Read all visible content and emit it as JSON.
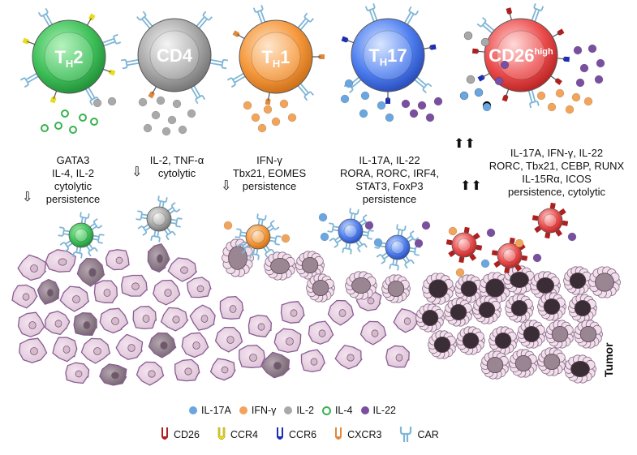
{
  "cells": [
    {
      "name_main": "T",
      "name_sub": "H",
      "name_tail": "2",
      "color": "#2fb24a"
    },
    {
      "name_main": "CD4",
      "color": "#9a9a9a"
    },
    {
      "name_main": "T",
      "name_sub": "H",
      "name_tail": "1",
      "color": "#f08a2c"
    },
    {
      "name_main": "T",
      "name_sub": "H",
      "name_tail": "17",
      "color": "#3f6fe0"
    },
    {
      "name_main": "CD26",
      "name_sup": "high",
      "color": "#e03b3b"
    }
  ],
  "descriptions": {
    "th2": [
      "GATA3",
      "IL-4, IL-2",
      "cytolytic",
      "persistence"
    ],
    "cd4": [
      "IL-2, TNF-α",
      "cytolytic"
    ],
    "th1": [
      "IFN-γ",
      "Tbx21, EOMES",
      "persistence"
    ],
    "th17": [
      "IL-17A, IL-22",
      "RORA, RORC, IRF4,",
      "STAT3, FoxP3",
      "persistence"
    ],
    "cd26": [
      "IL-17A, IFN-γ, IL-22",
      "RORC, Tbx21, CEBP, RUNX",
      "IL-15Rα, ICOS",
      "persistence, cytolytic"
    ]
  },
  "tumor_label": "Tumor",
  "cytokine_legend": [
    {
      "label": "IL-17A",
      "color": "#6aa6e0",
      "style": "filled"
    },
    {
      "label": "IFN-γ",
      "color": "#f2a45a",
      "style": "filled"
    },
    {
      "label": "IL-2",
      "color": "#a9a9a9",
      "style": "filled"
    },
    {
      "label": "IL-4",
      "color": "#38b24f",
      "style": "ring"
    },
    {
      "label": "IL-22",
      "color": "#7a4fa0",
      "style": "filled"
    }
  ],
  "receptor_legend": [
    {
      "label": "CD26",
      "color": "#b01e1e",
      "icon": "cd26-receptor-icon"
    },
    {
      "label": "CCR4",
      "color": "#e8dc1e",
      "icon": "ccr4-receptor-icon"
    },
    {
      "label": "CCR6",
      "color": "#1a2db5",
      "icon": "ccr6-receptor-icon"
    },
    {
      "label": "CXCR3",
      "color": "#e0893c",
      "icon": "cxcr3-receptor-icon"
    },
    {
      "label": "CAR",
      "color": "#7fb6d6",
      "icon": "car-receptor-icon"
    }
  ]
}
